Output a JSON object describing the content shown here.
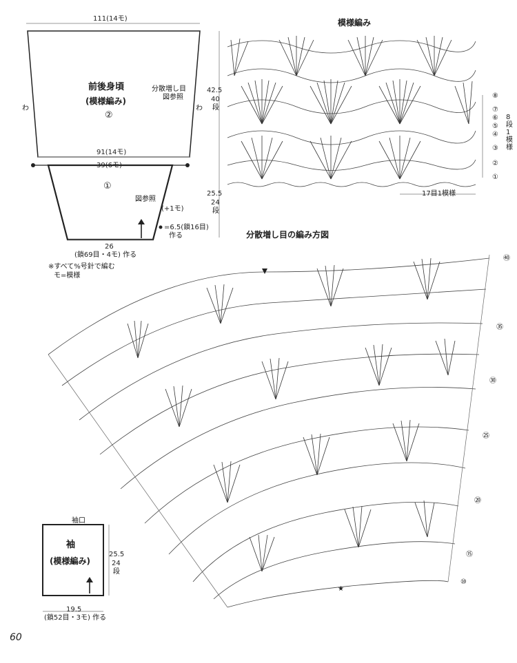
{
  "schematic": {
    "top_width": "111(14モ)",
    "wa_left": "わ",
    "wa_right": "わ",
    "body_title": "前後身頃",
    "body_pattern": "(模様編み)",
    "section2": "②",
    "note_increase": "分散増し目",
    "note_increase_ref": "図参照",
    "mid_width": "91(14モ)",
    "lower_width": "39(6モ)",
    "section1": "①",
    "ref": "図参照",
    "plus_one": "(+1モ)",
    "marker_note": "=6.5(鎖16目)",
    "marker_note_make": "作る",
    "bottom_width": "26",
    "bottom_chain": "(鎖69目・4モ) 作る",
    "note_line1": "※すべて%号針で編む",
    "note_line2": "モ=模様"
  },
  "pattern_chart": {
    "title": "模様編み",
    "height_total": "42.5",
    "rows_total": "40",
    "rows_unit": "段",
    "height_lower": "25.5",
    "rows_lower": "24",
    "rows_lower_unit": "段",
    "repeat_note": "17目1模様",
    "row_markers": [
      "⑧",
      "⑦",
      "⑥",
      "⑤",
      "④",
      "③",
      "②",
      "①"
    ],
    "repeat_rows": "8段1模様"
  },
  "increase_chart": {
    "title": "分散増し目の編み方図",
    "row_markers": [
      "㊵",
      "㉟",
      "㉚",
      "㉕",
      "⑳",
      "⑮",
      "⑩"
    ],
    "star": "★"
  },
  "sleeve": {
    "cuff": "袖口",
    "title": "袖",
    "pattern": "(模様編み)",
    "height": "25.5",
    "rows": "24",
    "rows_unit": "段",
    "width": "19.5",
    "chain": "(鎖52目・3モ) 作る"
  },
  "page_number": "60"
}
